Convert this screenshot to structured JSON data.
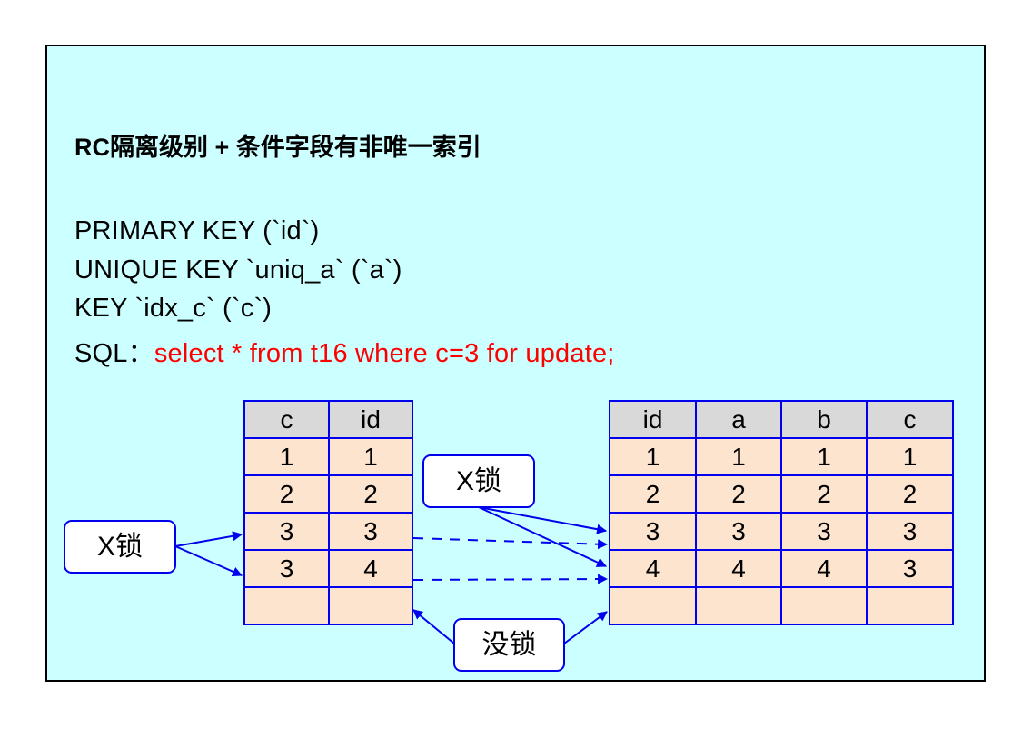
{
  "title": "RC隔离级别 + 条件字段有非唯一索引",
  "lines": {
    "primary_key": "PRIMARY KEY (`id`)",
    "unique_key": "UNIQUE KEY `uniq_a` (`a`)",
    "key": "KEY `idx_c` (`c`)",
    "sql_label": "SQL：",
    "sql_text": "select * from t16 where c=3 for update;"
  },
  "index_table": {
    "headers": [
      "c",
      "id"
    ],
    "rows": [
      [
        "1",
        "1"
      ],
      [
        "2",
        "2"
      ],
      [
        "3",
        "3"
      ],
      [
        "3",
        "4"
      ],
      [
        "",
        ""
      ]
    ]
  },
  "data_table": {
    "headers": [
      "id",
      "a",
      "b",
      "c"
    ],
    "rows": [
      [
        "1",
        "1",
        "1",
        "1"
      ],
      [
        "2",
        "2",
        "2",
        "2"
      ],
      [
        "3",
        "3",
        "3",
        "3"
      ],
      [
        "4",
        "4",
        "4",
        "3"
      ],
      [
        "",
        "",
        "",
        ""
      ]
    ]
  },
  "callouts": {
    "left_lock": "X锁",
    "middle_lock": "X锁",
    "no_lock": "没锁"
  },
  "colors": {
    "background": "#ccffff",
    "border": "#000000",
    "grid_line": "#0000ee",
    "header_fill": "#d9d9d9",
    "cell_fill": "#fce4cf",
    "sql_text": "#ff0000",
    "arrow": "#0000ee"
  }
}
